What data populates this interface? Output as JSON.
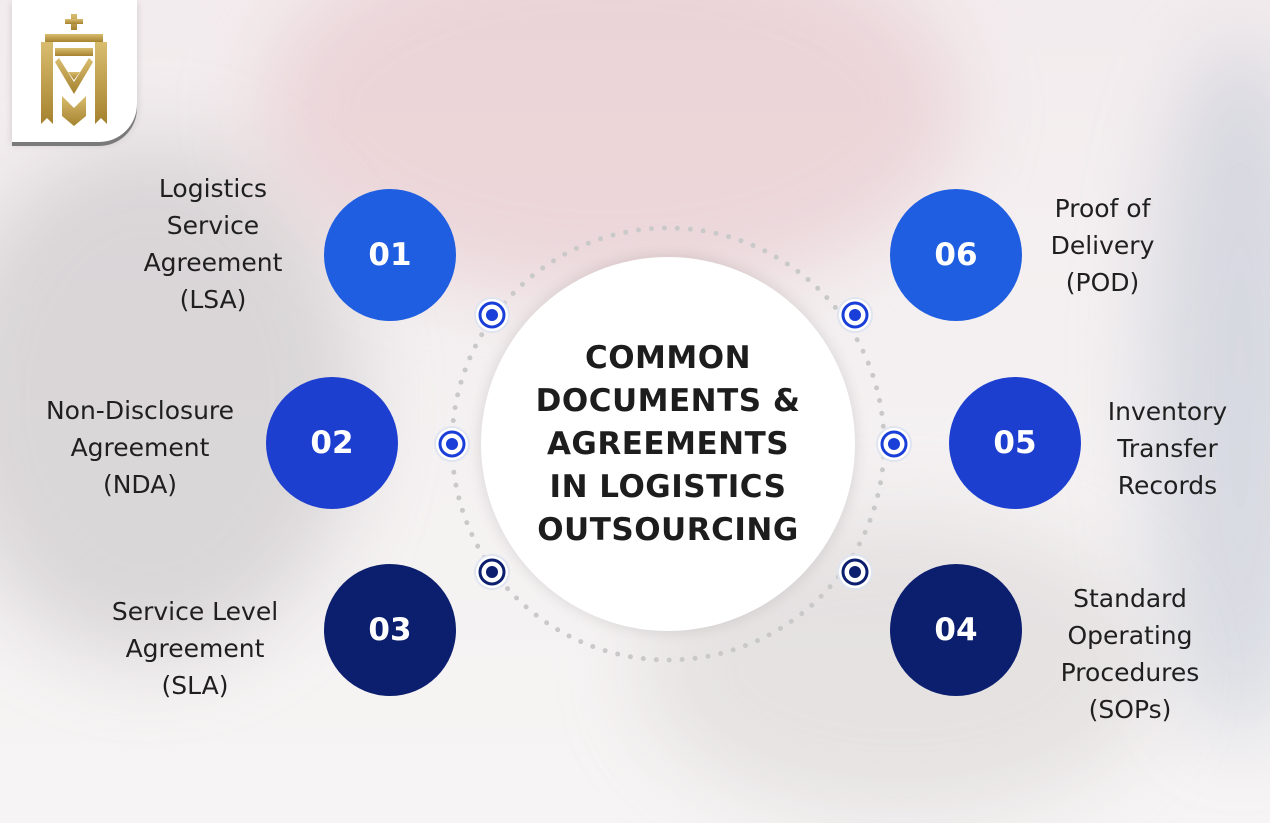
{
  "center": {
    "title": "COMMON\nDOCUMENTS &\nAGREEMENTS\nIN LOGISTICS\nOUTSOURCING"
  },
  "colors": {
    "bright_blue": "#1f5ee0",
    "medium_blue": "#1d3fcf",
    "navy": "#0c1e6e",
    "accent": "#1a3fd8",
    "logo_gold": "#b8943f"
  },
  "items": [
    {
      "number": "01",
      "label": "Logistics\nService\nAgreement\n(LSA)",
      "shade": "bright_blue"
    },
    {
      "number": "02",
      "label": "Non-Disclosure\nAgreement\n(NDA)",
      "shade": "medium_blue"
    },
    {
      "number": "03",
      "label": "Service Level\nAgreement\n(SLA)",
      "shade": "navy"
    },
    {
      "number": "04",
      "label": "Standard\nOperating\nProcedures\n(SOPs)",
      "shade": "navy"
    },
    {
      "number": "05",
      "label": "Inventory\nTransfer\nRecords",
      "shade": "medium_blue"
    },
    {
      "number": "06",
      "label": "Proof of\nDelivery\n(POD)",
      "shade": "bright_blue"
    }
  ],
  "icons": {
    "logo": "crown-monogram-logo",
    "connector": "target-dot-icon"
  }
}
